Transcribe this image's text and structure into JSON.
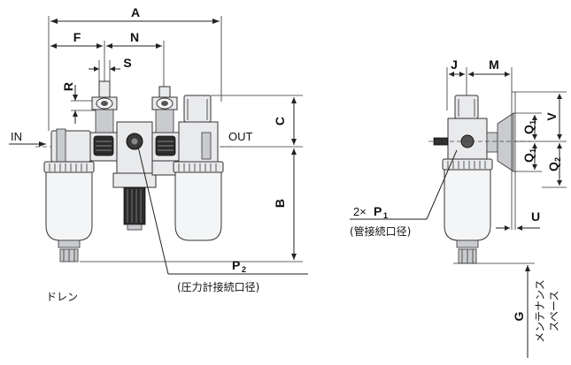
{
  "front_view": {
    "dimensions": {
      "A": "A",
      "F": "F",
      "N": "N",
      "S": "S",
      "R": "R",
      "C": "C",
      "B": "B"
    },
    "ports": {
      "in": "IN",
      "out": "OUT"
    },
    "p2_label": {
      "letter": "P",
      "sub": "2"
    },
    "gauge_port_note": "(圧力計接続口径)",
    "drain_label": "ドレン"
  },
  "side_view": {
    "dimensions": {
      "J": "J",
      "M": "M",
      "V": "V",
      "U": "U",
      "G": "G"
    },
    "q1_upper": {
      "letter": "Q",
      "sub": "1"
    },
    "q1_lower": {
      "letter": "Q",
      "sub": "1"
    },
    "q2": {
      "letter": "Q",
      "sub": "2"
    },
    "p1_label": {
      "prefix": "2×",
      "letter": "P",
      "sub": "1"
    },
    "pipe_port_note": "(管接続口径)",
    "maintenance_space": [
      "メンテナンス",
      "スペース"
    ]
  }
}
